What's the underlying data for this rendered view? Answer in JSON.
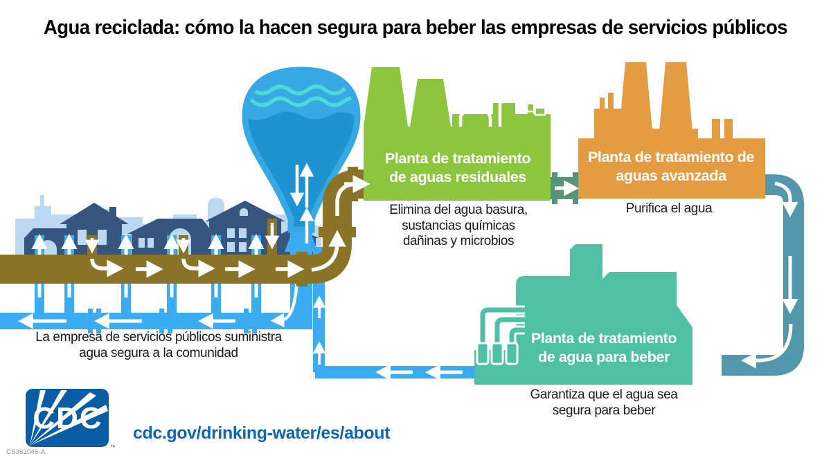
{
  "title": "Agua reciclada: cómo la hacen segura para beber las empresas de servicios públicos",
  "city": {
    "caption": [
      "La empresa de servicios públicos suministra",
      "agua segura a la comunidad"
    ]
  },
  "plants": {
    "wastewater": {
      "label": [
        "Planta de tratamiento",
        "de aguas residuales"
      ],
      "caption": [
        "Elimina del agua basura,",
        "sustancias químicas",
        "dañinas y microbios"
      ]
    },
    "advanced": {
      "label": [
        "Planta de tratamiento de",
        "aguas avanzada"
      ],
      "caption": [
        "Purifica el agua"
      ]
    },
    "drinking": {
      "label": [
        "Planta de tratamiento",
        "de agua para beber"
      ],
      "caption": [
        "Garantiza que el agua sea",
        "segura para beber"
      ]
    }
  },
  "footer": {
    "logo": "CDC",
    "trademark": "™",
    "code": "CS362046-A",
    "url": "cdc.gov/drinking-water/es/about"
  },
  "colors": {
    "green": "#8CC63F",
    "orange": "#E39C41",
    "teal_plant": "#4EC0A5",
    "teal_pipe": "#5397AD",
    "connector_pipe": "#579479",
    "sewer_brown": "#8A7428",
    "water_blue": "#3BABF2",
    "tower_blue": "#36A9E4",
    "tower_water": "#1F93D1",
    "wave_teal": "#4FD9D4",
    "skyline": "#BDD8F1",
    "house": "#365680",
    "cdc_blue": "#0A5CA5",
    "link_blue": "#0E66AD"
  },
  "icons": {
    "water_tower": "funnel-tank",
    "flow_arrow": "white-arrow",
    "factory": "industrial-silhouette",
    "cdc_logo": "cdc-rays-badge"
  }
}
